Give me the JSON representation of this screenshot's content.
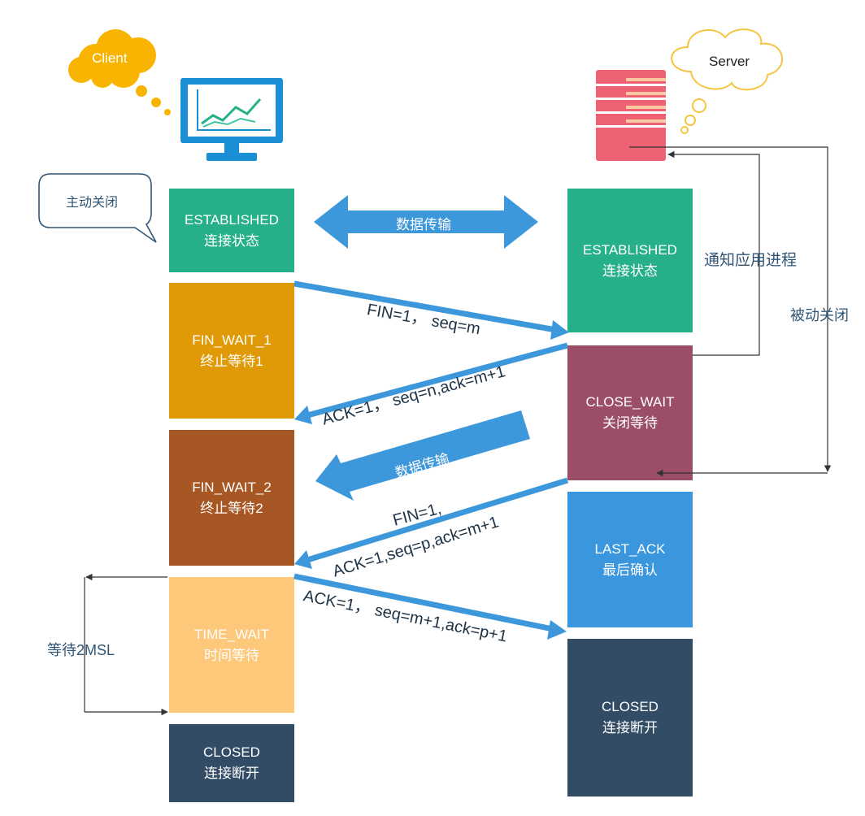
{
  "client": {
    "label": "Client"
  },
  "server": {
    "label": "Server"
  },
  "bubble": {
    "active_close": "主动关闭"
  },
  "client_states": [
    {
      "name": "ESTABLISHED",
      "desc": "连接状态",
      "color": "#26b08a"
    },
    {
      "name": "FIN_WAIT_1",
      "desc": "终止等待1",
      "color": "#e09a08"
    },
    {
      "name": "FIN_WAIT_2",
      "desc": "终止等待2",
      "color": "#a75723"
    },
    {
      "name": "TIME_WAIT",
      "desc": "时间等待",
      "color": "#fdc87a"
    },
    {
      "name": "CLOSED",
      "desc": "连接断开",
      "color": "#334c66"
    }
  ],
  "server_states": [
    {
      "name": "ESTABLISHED",
      "desc": "连接状态",
      "color": "#26b08a"
    },
    {
      "name": "CLOSE_WAIT",
      "desc": "关闭等待",
      "color": "#9b4e66"
    },
    {
      "name": "LAST_ACK",
      "desc": "最后确认",
      "color": "#3a97dd"
    },
    {
      "name": "CLOSED",
      "desc": "连接断开",
      "color": "#334c66"
    }
  ],
  "data_transfer_label": "数据传输",
  "data_transfer_label_2": "数据传输",
  "messages": {
    "fin1": "FIN=1，  seq=m",
    "ack1": "ACK=1，  seq=n,ack=m+1",
    "fin2_line1": "FIN=1,",
    "fin2_line2": "ACK=1,seq=p,ack=m+1",
    "ack2": "ACK=1，  seq=m+1,ack=p+1"
  },
  "side_labels": {
    "notify_app": "通知应用进程",
    "passive_close": "被动关闭",
    "wait_2msl": "等待2MSL"
  },
  "colors": {
    "arrow_blue": "#3d97db",
    "monitor_blue": "#1a8fd6",
    "client_cloud": "#f8b400",
    "server_cloud_stroke": "#f5c542",
    "server_red": "#ef6274"
  }
}
